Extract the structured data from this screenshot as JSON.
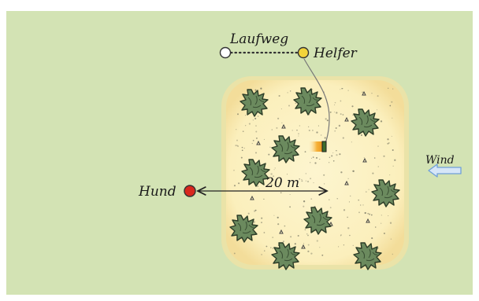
{
  "labels": {
    "laufweg": "Laufweg",
    "helfer": "Helfer",
    "hund": "Hund",
    "distance": "20 m",
    "wind": "Wind"
  },
  "colors": {
    "meadow": "#d3e3b4",
    "frame": "#ffffff",
    "area_fill": "#fbf1bf",
    "area_glow": "#f6e3a0",
    "hund_marker": "#d8281e",
    "helfer_marker": "#f2d43a",
    "start_marker": "#ffffff",
    "bush_fill": "#6b8a5e",
    "bush_stroke": "#2d3d28",
    "wind_arrow": "#6f9fd8",
    "line": "#222222",
    "track": "#777777",
    "hide_dark": "#3d6d2e"
  },
  "icons": {
    "bush": "bush-icon",
    "hide": "hiding-place-icon",
    "wind": "wind-arrow-icon"
  }
}
